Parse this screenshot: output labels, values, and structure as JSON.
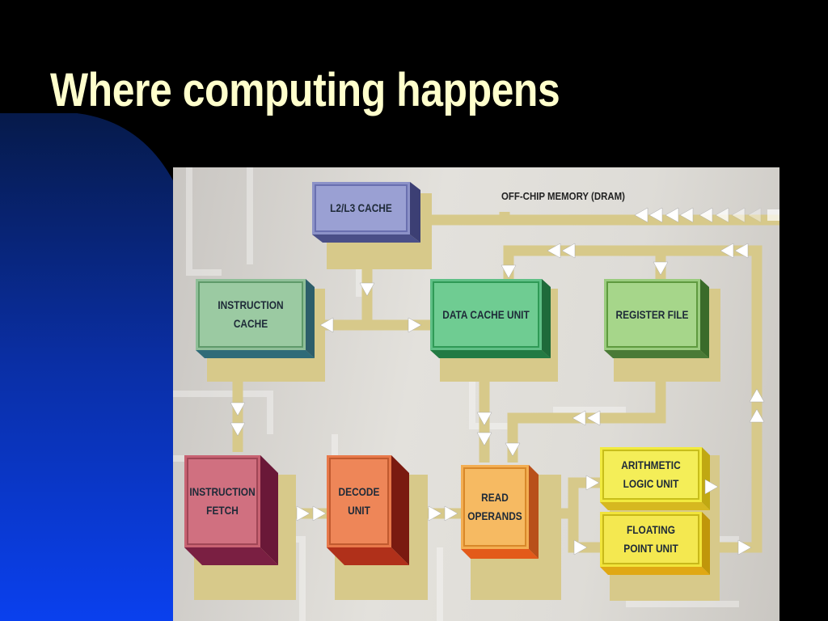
{
  "slide": {
    "title": "Where computing happens"
  },
  "diagram": {
    "dram_label": "OFF-CHIP MEMORY (DRAM)",
    "units": {
      "l2l3": "L2/L3 CACHE",
      "icache": "INSTRUCTION CACHE",
      "dcache": "DATA CACHE UNIT",
      "regfile": "REGISTER FILE",
      "fetch": "INSTRUCTION\nFETCH",
      "decode": "DECODE\nUNIT",
      "read": "READ\nOPERANDS",
      "alu": "ARITHMETIC\nLOGIC UNIT",
      "fpu": "FLOATING\nPOINT UNIT"
    },
    "colors": {
      "bus": "#d7c98a",
      "l2l3": "#8c92c8",
      "icache": "#8fbf98",
      "dcache": "#5fc086",
      "regfile": "#9acc7e",
      "fetch": "#c86272",
      "decode": "#e8794a",
      "read": "#f3ae52",
      "alu": "#f1ea3e",
      "fpu": "#f1e43a"
    }
  }
}
